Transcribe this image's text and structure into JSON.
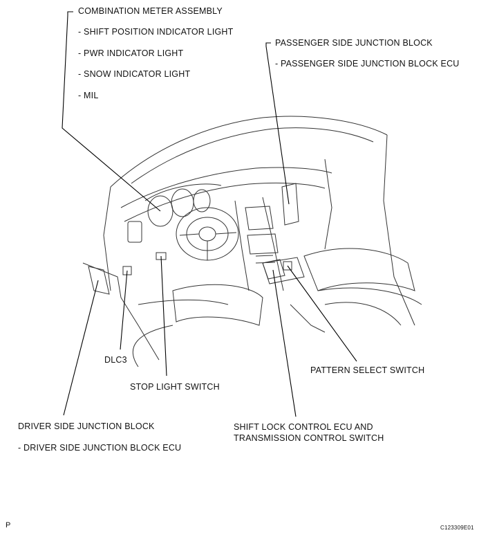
{
  "labels": {
    "combo_title": "COMBINATION METER ASSEMBLY",
    "combo_item1": "- SHIFT POSITION INDICATOR LIGHT",
    "combo_item2": "- PWR INDICATOR LIGHT",
    "combo_item3": "- SNOW INDICATOR LIGHT",
    "combo_item4": "- MIL",
    "pass_title": "PASSENGER SIDE JUNCTION BLOCK",
    "pass_item1": "- PASSENGER SIDE JUNCTION BLOCK ECU",
    "dlc3": "DLC3",
    "stop_light": "STOP LIGHT SWITCH",
    "pattern_select": "PATTERN SELECT SWITCH",
    "driver_title": "DRIVER SIDE JUNCTION BLOCK",
    "driver_item1": "- DRIVER SIDE JUNCTION BLOCK ECU",
    "shift_lock_line1": "SHIFT LOCK CONTROL ECU AND",
    "shift_lock_line2": "TRANSMISSION CONTROL SWITCH",
    "page_letter": "P",
    "figure_code": "C123309E01"
  }
}
